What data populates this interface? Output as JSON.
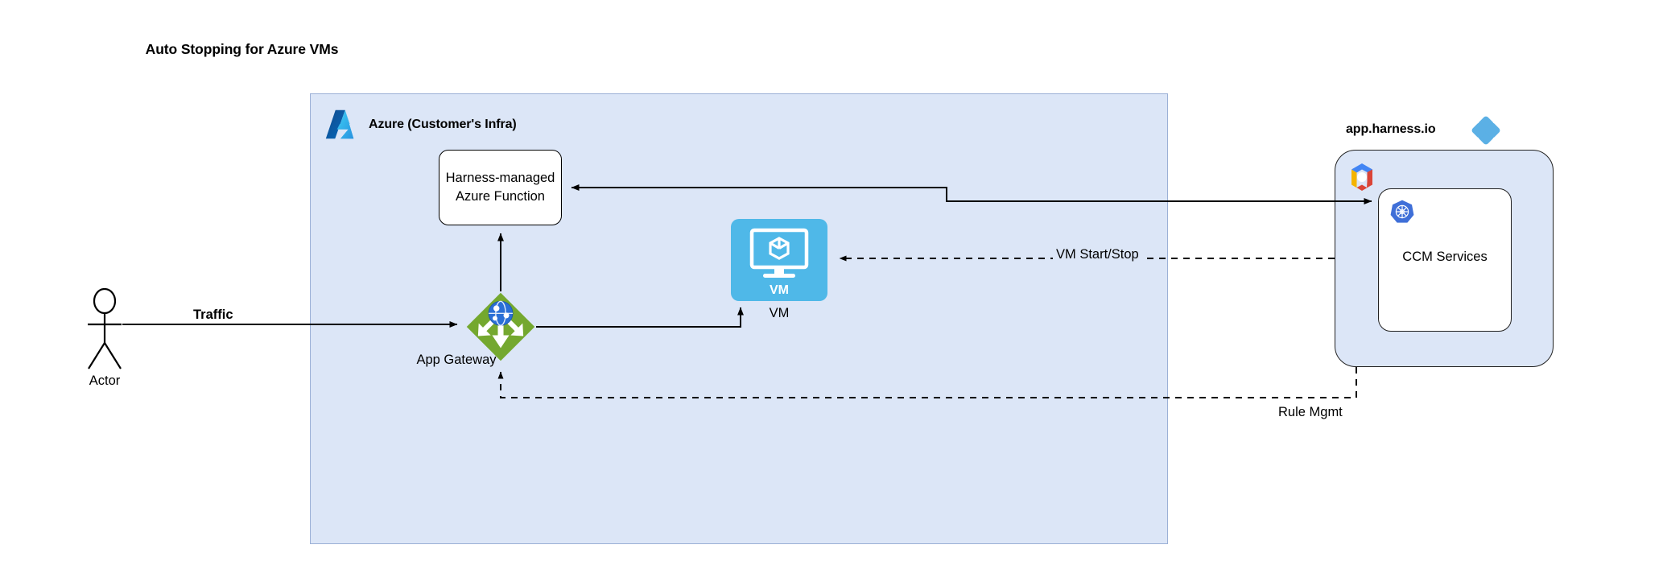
{
  "title": "Auto Stopping for Azure VMs",
  "azure": {
    "label": "Azure (Customer's Infra)",
    "logo_icon": "azure-logo-icon",
    "fill": "#dce6f7",
    "border": "#9bb0d6",
    "function_box": {
      "label": "Harness-managed Azure Function",
      "fill": "#ffffff",
      "border": "#000000"
    },
    "app_gateway": {
      "label": "App Gateway",
      "icon": "app-gateway-icon",
      "fill": "#6fa92e"
    },
    "vm": {
      "label": "VM",
      "icon_caption": "VM",
      "icon": "virtual-machine-icon",
      "fill": "#4fb8e8"
    }
  },
  "harness": {
    "title": "app.harness.io",
    "logo_icon": "harness-logo-icon",
    "panel_fill": "#dce6f7",
    "inner_logo_icon": "harness-hex-logo-icon",
    "ccm": {
      "label": "CCM Services",
      "icon": "kubernetes-icon",
      "fill": "#ffffff"
    }
  },
  "actor": {
    "label": "Actor",
    "icon": "actor-stick-figure-icon"
  },
  "edges": [
    {
      "label": "Traffic",
      "style": "solid",
      "bold": true
    },
    {
      "label": "VM Start/Stop",
      "style": "dashed",
      "bold": false
    },
    {
      "label": "Rule Mgmt",
      "style": "dashed",
      "bold": false
    }
  ],
  "edge_labels": {
    "traffic": "Traffic",
    "vm_start_stop": "VM Start/Stop",
    "rule_mgmt": "Rule Mgmt"
  },
  "colors": {
    "azure_blue": "#0078d4",
    "container_fill": "#dce6f7",
    "gateway_green": "#6fa92e",
    "vm_blue": "#4fb8e8",
    "harness_blue": "#5bb0e5",
    "k8s_blue": "#3f6fd8",
    "line": "#000000"
  }
}
